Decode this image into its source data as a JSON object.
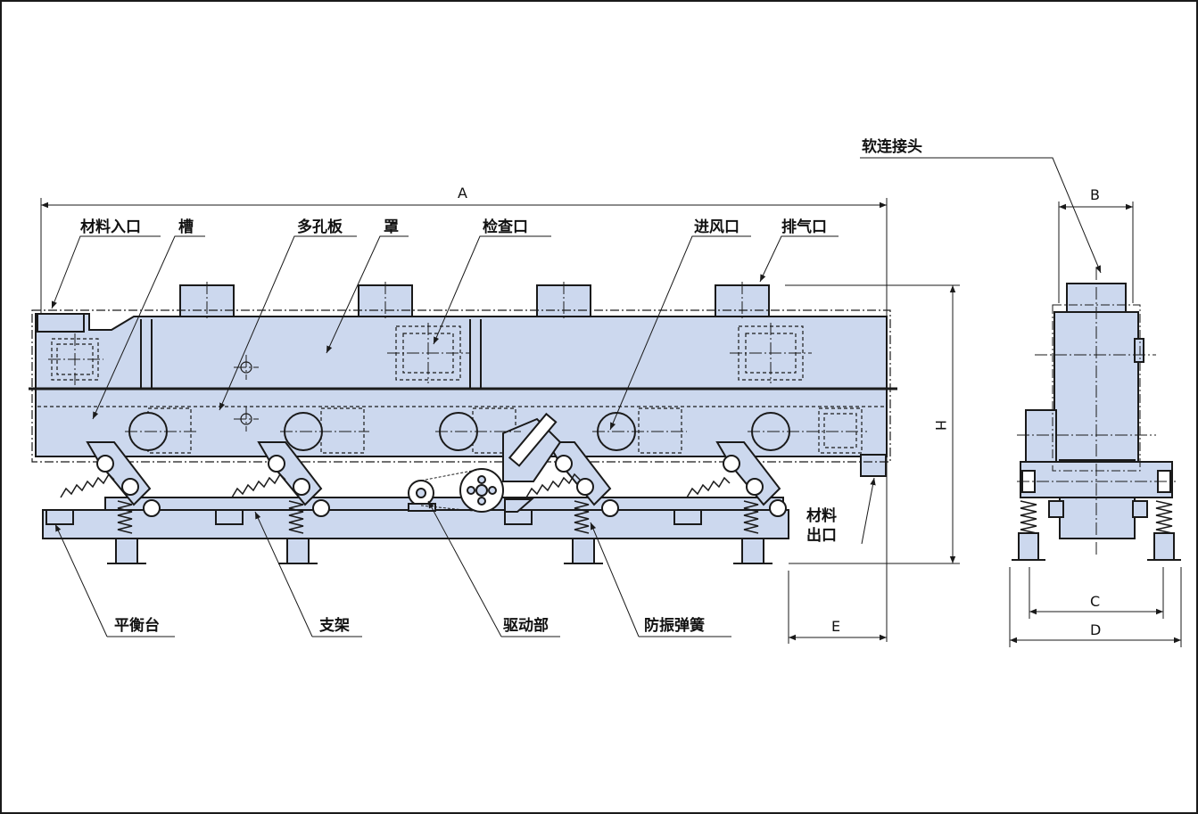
{
  "colors": {
    "fill": "#ccd8ee",
    "line": "#1a1a1a",
    "background": "#ffffff"
  },
  "labels": {
    "material_inlet": "材料入口",
    "trough": "槽",
    "perforated_plate": "多孔板",
    "cover": "罩",
    "inspection_port": "检查口",
    "air_inlet": "进风口",
    "exhaust_port": "排气口",
    "flexible_joint": "软连接头",
    "material_outlet_line1": "材料",
    "material_outlet_line2": "出口",
    "balance_base": "平衡台",
    "support_frame": "支架",
    "drive_unit": "驱动部",
    "isolation_spring": "防振弹簧"
  },
  "dimensions": {
    "A": "A",
    "B": "B",
    "C": "C",
    "D": "D",
    "E": "E",
    "H": "H"
  }
}
